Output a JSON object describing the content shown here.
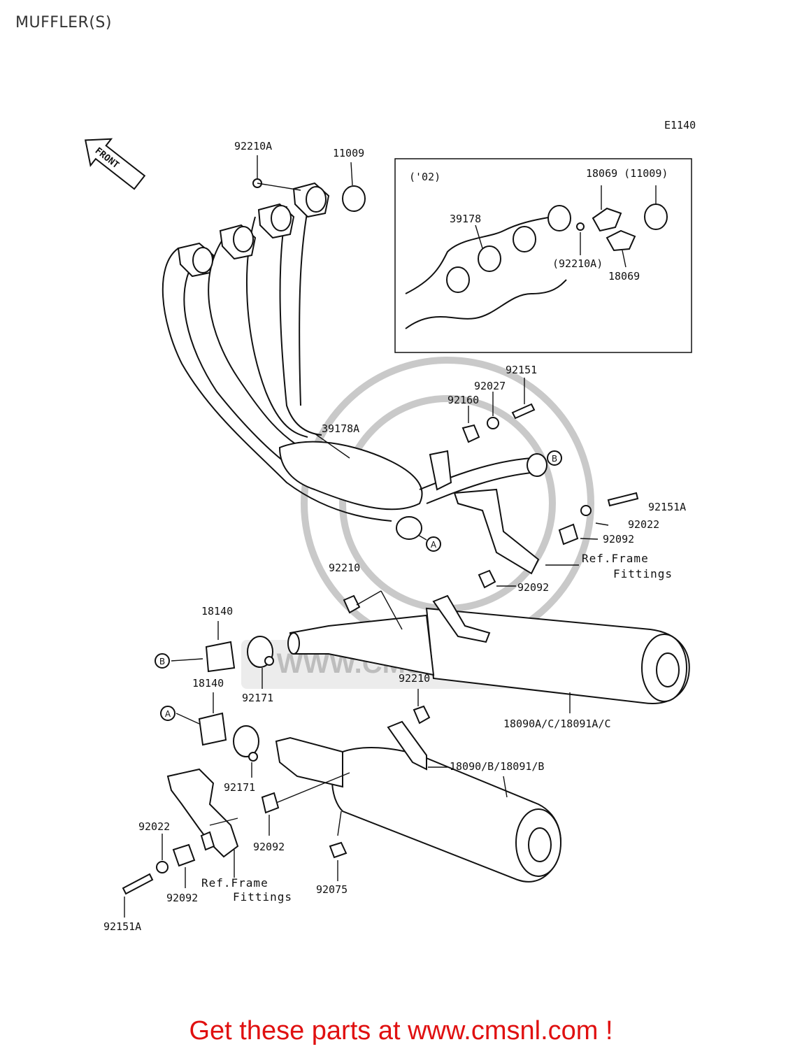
{
  "title": "MUFFLER(S)",
  "diagram_code": "E1140",
  "front_label": "FRONT",
  "inset": {
    "label": "('02)"
  },
  "parts": {
    "p92210A_top": "92210A",
    "p11009_top": "11009",
    "p18069_top": "18069 (11009)",
    "p39178": "39178",
    "p92210A_inset": "(92210A)",
    "p18069_bottom": "18069",
    "p92151": "92151",
    "p92027": "92027",
    "p92160": "92160",
    "p39178A": "39178A",
    "p92151A_right": "92151A",
    "p92022_right": "92022",
    "p92092_right": "92092",
    "p92210_mid": "92210",
    "p92092_mid": "92092",
    "p18140_top": "18140",
    "p92171_top": "92171",
    "p18140_bottom": "18140",
    "p92210_low": "92210",
    "p18090A": "18090A/C/18091A/C",
    "p18090B": "18090/B/18091/B",
    "p92171_bottom": "92171",
    "p92022_left": "92022",
    "p92092_left_mid": "92092",
    "p92092_left": "92092",
    "p92075": "92075",
    "p92151A_left": "92151A"
  },
  "callouts": {
    "a_upper": "A",
    "b_upper": "B",
    "b_lower": "B",
    "a_lower": "A"
  },
  "frame_ref_right": {
    "line1": "Ref.Frame",
    "line2": "Fittings"
  },
  "frame_ref_left": {
    "line1": "Ref.Frame",
    "line2": "Fittings"
  },
  "watermark": "WWW.CMSNL.COM",
  "footer": "Get these parts at www.cmsnl.com !"
}
